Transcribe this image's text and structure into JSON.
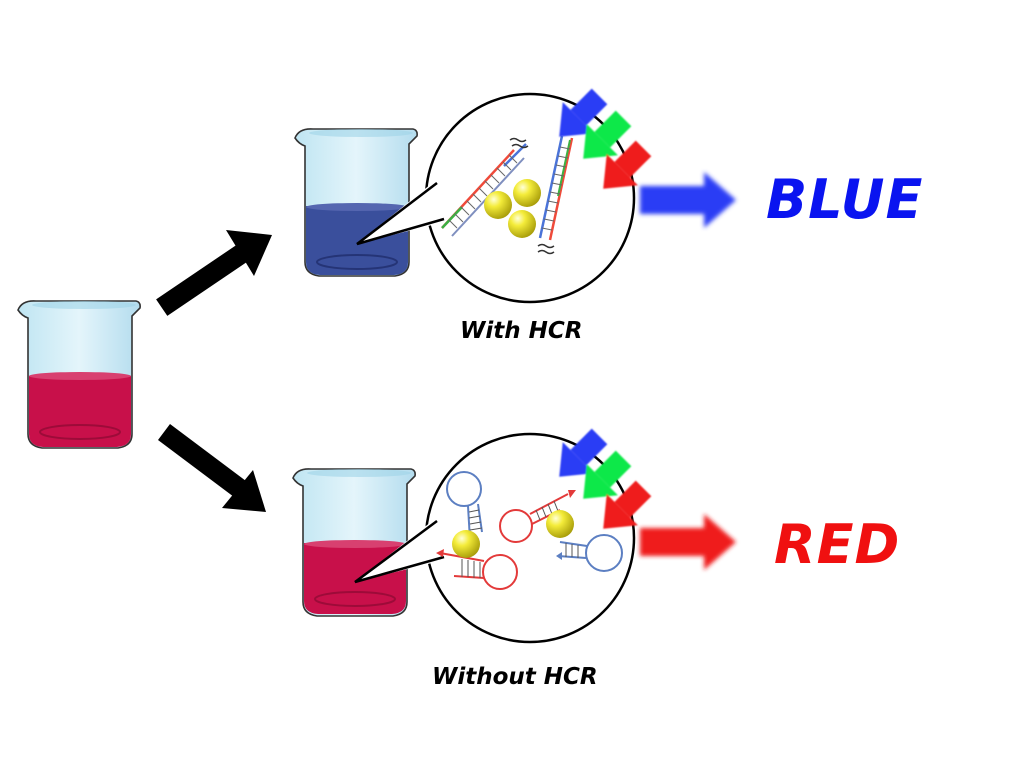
{
  "top_branch": {
    "caption": "With HCR",
    "result_label": "BLUE"
  },
  "bottom_branch": {
    "caption": "Without HCR",
    "result_label": "RED"
  },
  "colors": {
    "solution_red": "#c8104a",
    "solution_blue": "#3a4f9c",
    "result_blue": "#0a14f0",
    "result_red": "#f01010",
    "light_blue": "#2c3cf5",
    "light_green": "#11e84a",
    "light_red": "#ef1a1a",
    "nanoparticle": "#e6dc20"
  },
  "icons": [
    "beaker",
    "nanoparticle",
    "dna-hairpin",
    "dna-duplex",
    "light-arrow"
  ]
}
